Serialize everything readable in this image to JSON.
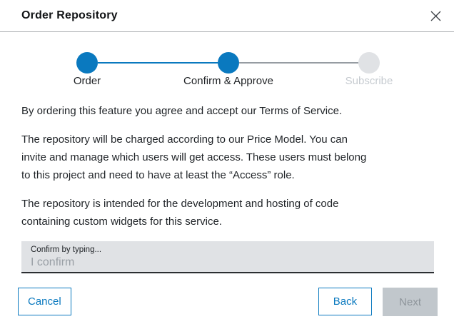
{
  "dialog": {
    "title": "Order Repository"
  },
  "stepper": {
    "steps": [
      {
        "label": "Order",
        "state": "done"
      },
      {
        "label": "Confirm & Approve",
        "state": "active"
      },
      {
        "label": "Subscribe",
        "state": "upcoming"
      }
    ]
  },
  "body": {
    "paragraphs": [
      [
        "By ordering this feature you agree and accept our Terms of Service."
      ],
      [
        "The repository will be charged according to our Price Model. You can",
        "invite and manage which users will get access. These users must belong",
        "to this project and need to have at least the “Access” role."
      ],
      [
        "The repository is intended for the development and hosting of code",
        "containing custom widgets for this service."
      ]
    ]
  },
  "form": {
    "confirm_field": {
      "label": "Confirm by typing...",
      "placeholder": "I confirm",
      "value": ""
    }
  },
  "footer": {
    "cancel_label": "Cancel",
    "back_label": "Back",
    "next_label": "Next",
    "next_disabled": "true"
  },
  "colors": {
    "accent_blue": "#0a79bf",
    "step_inactive": "#e0e2e5",
    "connector_inactive": "#969ca2",
    "input_bg": "#e0e2e5",
    "disabled_bg": "#c1c7cc",
    "disabled_text": "#8e959b"
  },
  "icons": {
    "close": "x"
  }
}
